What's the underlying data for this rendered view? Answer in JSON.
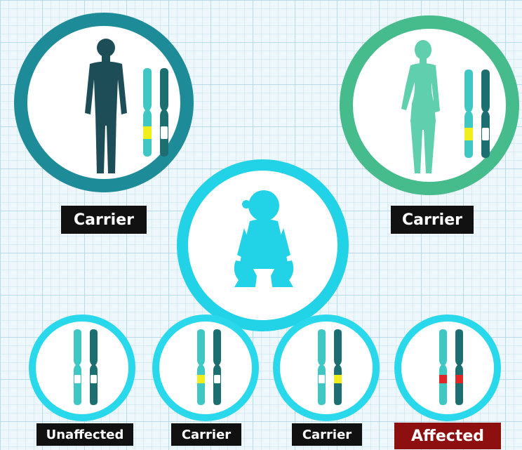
{
  "colors": {
    "father_ring": "#1e8c98",
    "mother_ring": "#46bb8c",
    "child_ring": "#22d2e6",
    "child_silhouette": "#22d2e6",
    "offspring_ring": "#2ad8ec",
    "male_silhouette": "#1d4d57",
    "female_silhouette": "#5fcfae",
    "chromosome_light": "#3fc7c4",
    "chromosome_dark": "#1d6e70",
    "normal_band": "#ffffff",
    "carrier_band": "#f0ee1c",
    "affected_band": "#e12626",
    "label_bg": "#111111",
    "affected_label_bg": "#8e0f0f"
  },
  "parents": {
    "father": {
      "label": "Carrier",
      "icon": "male-silhouette-icon"
    },
    "mother": {
      "label": "Carrier",
      "icon": "female-silhouette-icon"
    }
  },
  "child": {
    "icon": "child-silhouette-icon"
  },
  "offspring": [
    {
      "label": "Unaffected",
      "status": "unaffected"
    },
    {
      "label": "Carrier",
      "status": "carrier"
    },
    {
      "label": "Carrier",
      "status": "carrier"
    },
    {
      "label": "Affected",
      "status": "affected"
    }
  ]
}
